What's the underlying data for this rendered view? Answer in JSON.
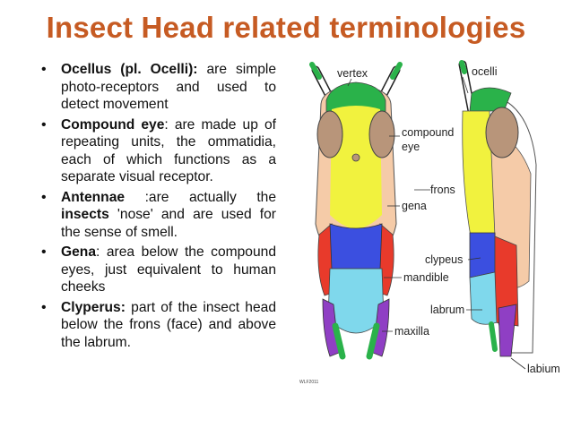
{
  "title": "Insect Head related terminologies",
  "bullets": [
    {
      "parts": [
        {
          "text": "Ocellus (pl. Ocelli):",
          "bold": true
        },
        {
          "text": " are simple photo-receptors and used to detect movement",
          "bold": false
        }
      ]
    },
    {
      "parts": [
        {
          "text": "Compound eye",
          "bold": true
        },
        {
          "text": ": are made up of repeating units, the ommatidia, each of which functions as a separate visual receptor.",
          "bold": false
        }
      ]
    },
    {
      "parts": [
        {
          "text": "Antennae",
          "bold": true
        },
        {
          "text": " :are actually the ",
          "bold": false
        },
        {
          "text": "insects",
          "bold": true
        },
        {
          "text": " 'nose' and are used for the sense of smell.",
          "bold": false
        }
      ]
    },
    {
      "parts": [
        {
          "text": "Gena",
          "bold": true
        },
        {
          "text": ": area below the compound eyes, just equivalent to human cheeks",
          "bold": false
        }
      ]
    },
    {
      "parts": [
        {
          "text": "Clyperus:",
          "bold": true
        },
        {
          "text": " part of the insect head below the frons (face) and above the labrum.",
          "bold": false
        }
      ]
    }
  ],
  "figure_labels": {
    "vertex": "vertex",
    "ocelli": "ocelli",
    "compound": "compound",
    "eye": "eye",
    "frons": "frons",
    "gena": "gena",
    "clypeus": "clypeus",
    "mandible": "mandible",
    "labrum": "labrum",
    "maxilla": "maxilla",
    "labium": "labium",
    "credit": "WLF2011"
  },
  "colors": {
    "title": "#c65b23",
    "vertex": "#f1f23e",
    "eye": "#b8957a",
    "gena": "#f5cba8",
    "clypeus": "#3b4fe0",
    "mandible": "#e83a2b",
    "labrum": "#7fd8ec",
    "maxilla": "#8f3fc4",
    "antenna": "#2ab24a",
    "frons": "#f1f23e"
  }
}
